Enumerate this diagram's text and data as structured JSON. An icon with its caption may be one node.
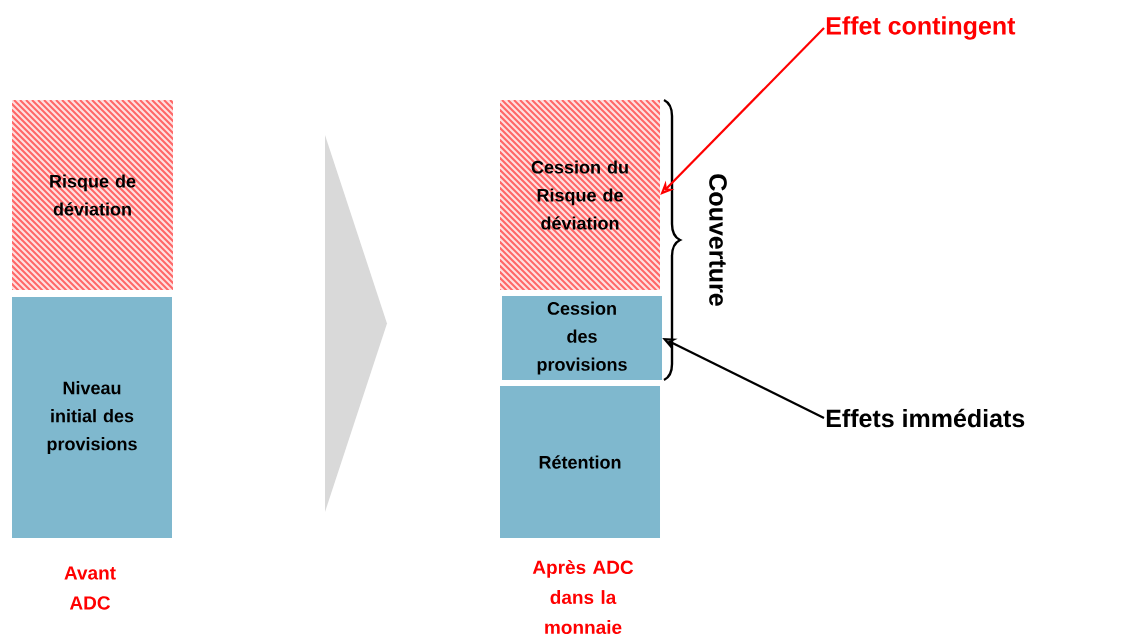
{
  "diagram": {
    "nodes": [
      {
        "text": [
          "Risque de déviation"
        ]
      },
      {
        "text": [
          "Niveau initial des provisions"
        ]
      },
      {
        "text": [],
        "shape": "chevron"
      },
      {
        "text": [
          "Cession du Risque de déviation"
        ]
      },
      {
        "text": [
          "Cession des provisions"
        ]
      },
      {
        "text": [
          "Rétention"
        ]
      },
      {
        "text": [
          "Effet contingent"
        ]
      },
      {
        "text": [
          "Effets immédiats"
        ]
      }
    ],
    "edges": [
      {
        "from": 6,
        "to": 3,
        "arrow": "to",
        "color": "#ff0000"
      },
      {
        "from": 7,
        "to": 4,
        "arrow": "to",
        "color": "#000000"
      }
    ],
    "labels": [
      "Couverture",
      "Avant ADC",
      "Après ADC dans la monnaie"
    ]
  }
}
